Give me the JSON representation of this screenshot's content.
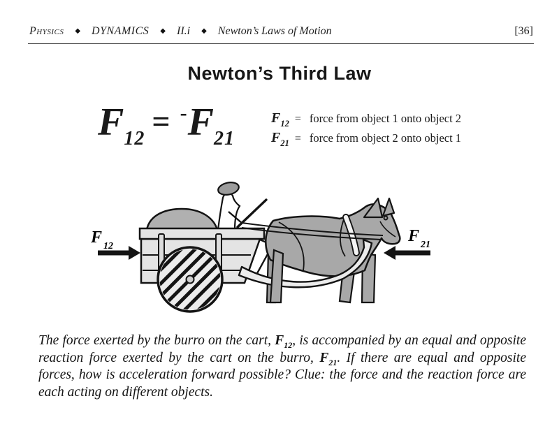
{
  "header": {
    "course": "Physics",
    "separator": "◆",
    "chapter": "DYNAMICS",
    "section": "II.i",
    "topic": "Newton’s Laws of Motion",
    "page_number": "[36]"
  },
  "title": "Newton’s Third Law",
  "equation": {
    "lhs_symbol": "F",
    "lhs_sub": "12",
    "equals": "=",
    "minus": "-",
    "rhs_symbol": "F",
    "rhs_sub": "21"
  },
  "definitions": [
    {
      "symbol": "F",
      "sub": "12",
      "equals": "=",
      "text": "force from object 1 onto object 2"
    },
    {
      "symbol": "F",
      "sub": "21",
      "equals": "=",
      "text": "force from object 2 onto object 1"
    }
  ],
  "figure": {
    "f12": {
      "symbol": "F",
      "sub": "12"
    },
    "f21": {
      "symbol": "F",
      "sub": "21"
    }
  },
  "caption": {
    "part1": "The force exerted by the burro on the cart, ",
    "f1_symbol": "F",
    "f1_sub": "12",
    "part2": ", is accompanied by an equal and opposite reaction force exerted by the cart on the burro, ",
    "f2_symbol": "F",
    "f2_sub": "21",
    "part3": ".  If there are equal and opposite forces, how is acceleration forward possible?  Clue: the force and the reaction force are each acting on different objects."
  },
  "colors": {
    "ink": "#141414",
    "cart_fill": "#e4e4e4",
    "load_fill": "#b0b0b0",
    "burro_fill": "#a8a8a8",
    "wheel_fill": "#ececec",
    "shaft_fill": "#ececec",
    "strap_fill": "#f3f3f3"
  }
}
